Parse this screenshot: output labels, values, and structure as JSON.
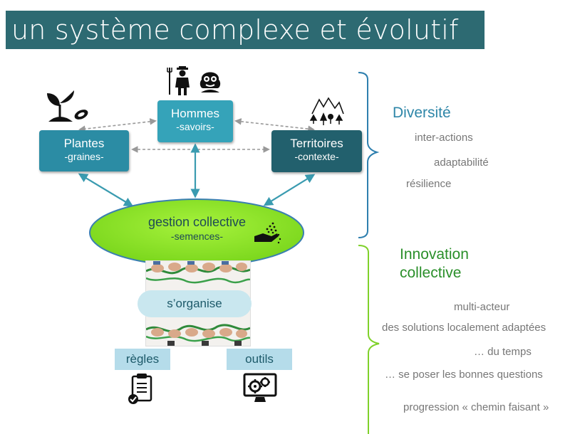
{
  "title": "un système complexe et évolutif",
  "nodes": {
    "hommes": {
      "label": "Hommes",
      "sub": "-savoirs-"
    },
    "plantes": {
      "label": "Plantes",
      "sub": "-graines-"
    },
    "territoires": {
      "label": "Territoires",
      "sub": "-contexte-"
    },
    "gestion": {
      "label": "gestion collective",
      "sub": "-semences-"
    }
  },
  "organise": "s’organise",
  "regles": "règles",
  "outils": "outils",
  "right": {
    "diversite": "Diversité",
    "items1": [
      "inter-actions",
      "adaptabilité",
      "résilience"
    ],
    "innovation_line1": "Innovation",
    "innovation_line2": "collective",
    "items2": [
      "multi-acteur",
      "des solutions localement adaptées",
      "… du temps",
      "… se poser les bonnes questions",
      "progression « chemin faisant »"
    ]
  },
  "colors": {
    "title_bg": "#2d6a72",
    "hommes": "#35a3b9",
    "plantes": "#2b8ca4",
    "territoires": "#22606d",
    "gestion_fill": "#8ee62a",
    "brace_top": "#2e7fae",
    "brace_bottom": "#7fd12a"
  },
  "icons": [
    "plant-seeds-icon",
    "farmer-icon",
    "elder-person-icon",
    "mountains-trees-icon",
    "sowing-hand-icon",
    "clipboard-check-icon",
    "computer-gears-icon"
  ]
}
